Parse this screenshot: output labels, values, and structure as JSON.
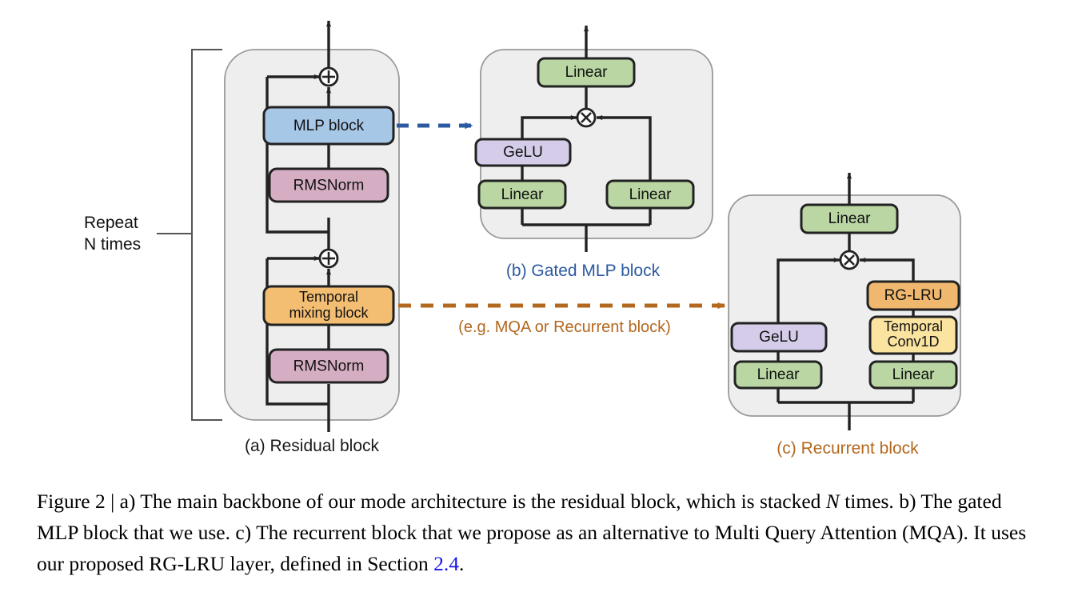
{
  "figure": {
    "panels": [
      {
        "id": "a",
        "caption": "(a) Residual block",
        "caption_color": "#1a1a1a",
        "blocks": [
          {
            "label": "MLP block",
            "color": "#a7c7e7",
            "name": "mlp-block"
          },
          {
            "label": "RMSNorm",
            "color": "#d6aec4",
            "name": "rmsnorm-top"
          },
          {
            "label_line1": "Temporal",
            "label_line2": "mixing block",
            "color": "#f4be72",
            "name": "temporal-mixing-block"
          },
          {
            "label": "RMSNorm",
            "color": "#d6aec4",
            "name": "rmsnorm-bottom"
          }
        ],
        "annotation": {
          "line1": "Repeat",
          "line2": "N times"
        },
        "operators": [
          "⊕",
          "⊕"
        ]
      },
      {
        "id": "b",
        "caption": "(b) Gated MLP block",
        "caption_color": "#2c5aa0",
        "blocks": [
          {
            "label": "Linear",
            "color": "#b9d6a3",
            "name": "linear-out"
          },
          {
            "label": "GeLU",
            "color": "#d4cce8",
            "name": "gelu"
          },
          {
            "label": "Linear",
            "color": "#b9d6a3",
            "name": "linear-left"
          },
          {
            "label": "Linear",
            "color": "#b9d6a3",
            "name": "linear-right"
          }
        ],
        "operators": [
          "⊗"
        ]
      },
      {
        "id": "c",
        "caption": "(c) Recurrent block",
        "caption_color": "#b3681f",
        "blocks": [
          {
            "label": "Linear",
            "color": "#b9d6a3",
            "name": "linear-out"
          },
          {
            "label": "RG-LRU",
            "color": "#f0b86e",
            "name": "rg-lru"
          },
          {
            "label_line1": "Temporal",
            "label_line2": "Conv1D",
            "color": "#fbe3a0",
            "name": "temporal-conv1d"
          },
          {
            "label": "GeLU",
            "color": "#d4cce8",
            "name": "gelu"
          },
          {
            "label": "Linear",
            "color": "#b9d6a3",
            "name": "linear-left"
          },
          {
            "label": "Linear",
            "color": "#b9d6a3",
            "name": "linear-right"
          }
        ],
        "operators": [
          "⊗"
        ]
      }
    ],
    "connectors": [
      {
        "name": "mlp-expand-arrow",
        "style": "dashed",
        "color": "#2c5aa0",
        "label": ""
      },
      {
        "name": "temporal-expand-arrow",
        "style": "dashed",
        "color": "#b3681f",
        "label": "(e.g. MQA or Recurrent block)"
      }
    ]
  },
  "caption": {
    "prefix": "Figure 2 | ",
    "part_a": "a) The main backbone of our mode architecture is the residual block, which is stacked ",
    "italic_n": "N",
    "part_a_end": " times. ",
    "part_b": "b) The gated MLP block that we use. ",
    "part_c": "c) The recurrent block that we propose as an alternative to Multi Query Attention (MQA). It uses our proposed RG-LRU layer, defined in Section ",
    "section_ref": "2.4",
    "period": "."
  },
  "colors": {
    "panel_bg": "#eeeeee",
    "panel_border": "#9a9a9a",
    "stroke": "#222222",
    "blue_accent": "#2c5aa0",
    "orange_accent": "#b3681f",
    "link": "#1414e6"
  }
}
